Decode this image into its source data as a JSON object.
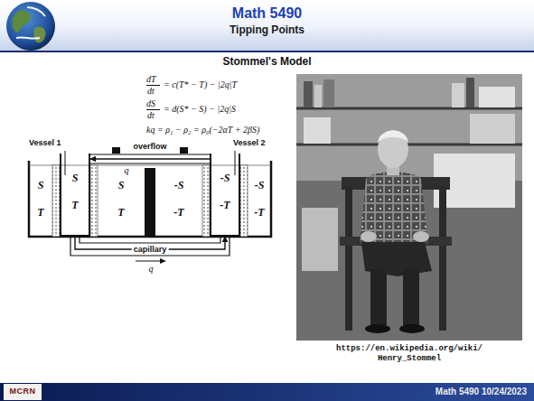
{
  "diagram": {
    "title": "Stommel's Model",
    "nodes": [
      {
        "text": [
          "Math 5490",
          "Tipping Points"
        ]
      },
      {
        "text": [
          "Vessel 1",
          "S",
          "T"
        ]
      },
      {
        "text": [
          "Vessel 2",
          "-S",
          "-T"
        ]
      },
      {
        "text": [
          "Math 5490 10/24/2023"
        ]
      }
    ],
    "edges": [
      {
        "from": 2,
        "to": 1,
        "arrow": "to",
        "label": "overflow"
      },
      {
        "from": 1,
        "to": 2,
        "arrow": "to",
        "label": "capillary"
      }
    ],
    "labels": [
      "dT",
      "dt",
      "= c(T* − T) − |2q|T",
      "dS",
      "dt",
      "= d(S* − S) − |2q|S",
      "kq = ρ₁ − ρ₂ = ρ₀(−2αT + 2βS)",
      "S",
      "T",
      "S",
      "T",
      "-S",
      "-T",
      "-S",
      "-T",
      "q",
      "q",
      "https://en.wikipedia.org/wiki/ Henry_Stommel",
      "MCRN"
    ]
  }
}
